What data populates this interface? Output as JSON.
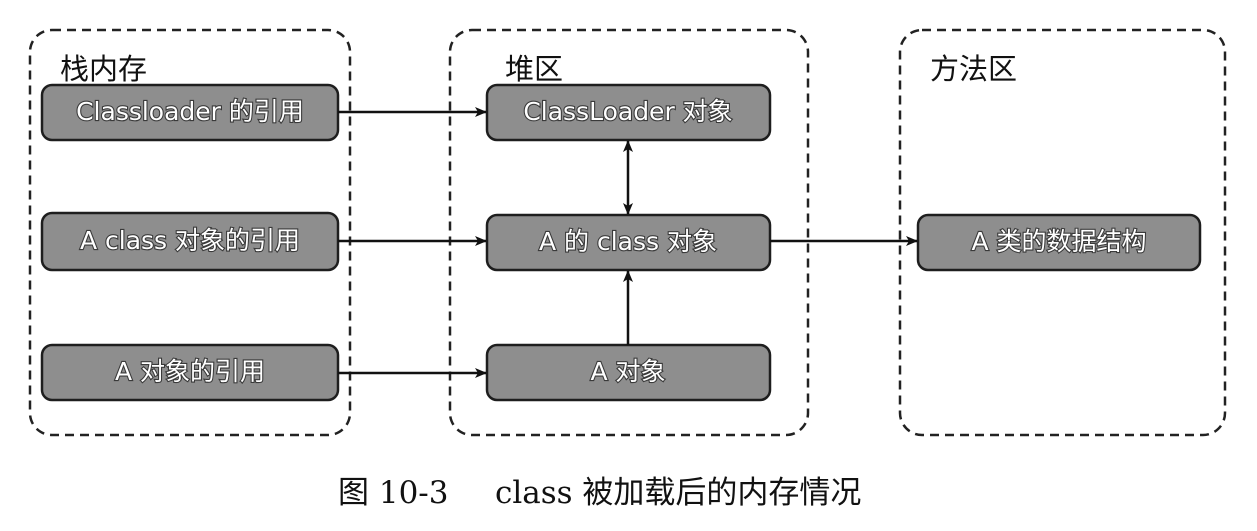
{
  "regions": {
    "stack": {
      "title": "栈内存"
    },
    "heap": {
      "title": "堆区"
    },
    "method": {
      "title": "方法区"
    }
  },
  "nodes": {
    "classloader_ref": "Classloader 的引用",
    "a_class_ref": "A class 对象的引用",
    "a_obj_ref": "A 对象的引用",
    "classloader_obj": "ClassLoader 对象",
    "a_class_obj": "A 的 class 对象",
    "a_obj": "A 对象",
    "a_class_struct": "A 类的数据结构"
  },
  "edges": [
    {
      "from": "classloader_ref",
      "to": "classloader_obj",
      "direction": "forward"
    },
    {
      "from": "a_class_ref",
      "to": "a_class_obj",
      "direction": "forward"
    },
    {
      "from": "a_obj_ref",
      "to": "a_obj",
      "direction": "forward"
    },
    {
      "from": "classloader_obj",
      "to": "a_class_obj",
      "direction": "both"
    },
    {
      "from": "a_obj",
      "to": "a_class_obj",
      "direction": "forward"
    },
    {
      "from": "a_class_obj",
      "to": "a_class_struct",
      "direction": "forward"
    }
  ],
  "caption": {
    "figure": "图 10-3",
    "text": "class 被加载后的内存情况"
  },
  "colors": {
    "node_fill": "#8e8e8e",
    "node_border": "#1e1e1e",
    "region_border": "#222222",
    "background": "#ffffff"
  }
}
